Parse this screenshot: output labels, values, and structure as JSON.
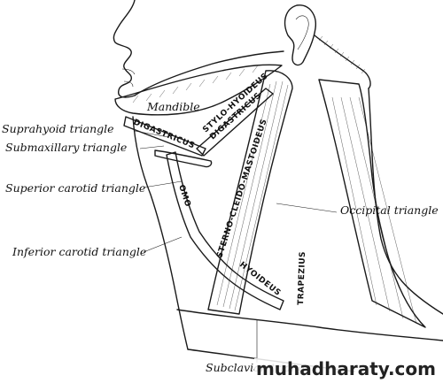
{
  "labels": {
    "mandible": "Mandible",
    "suprahyoid": "Suprahyoid triangle",
    "submaxillary": "Submaxillary triangle",
    "superior_carotid": "Superior carotid triangle",
    "inferior_carotid": "Inferior carotid triangle",
    "occipital": "Occipital triangle",
    "subclavian": "Subclavian triang"
  },
  "muscles": {
    "stylohyoideus": "STYLO-HYOIDEUS",
    "digastricus_upper": "DIGASTRICUS",
    "digastricus_lower": "DIGASTRICUS",
    "omo": "OMO",
    "sterno": "STERNO-CLEIDO-MASTOIDEUS",
    "trapezius": "TRAPEZIUS",
    "hyoideus": "HYOIDEUS"
  },
  "watermark": "muhadharaty.com"
}
